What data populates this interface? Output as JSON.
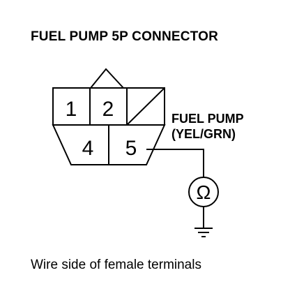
{
  "title": "FUEL PUMP 5P CONNECTOR",
  "connector": {
    "terminals": [
      "1",
      "2",
      "4",
      "5"
    ]
  },
  "wire_label": {
    "line1": "FUEL PUMP",
    "line2": "(YEL/GRN)"
  },
  "meter_symbol": "Ω",
  "caption": "Wire side of female terminals"
}
